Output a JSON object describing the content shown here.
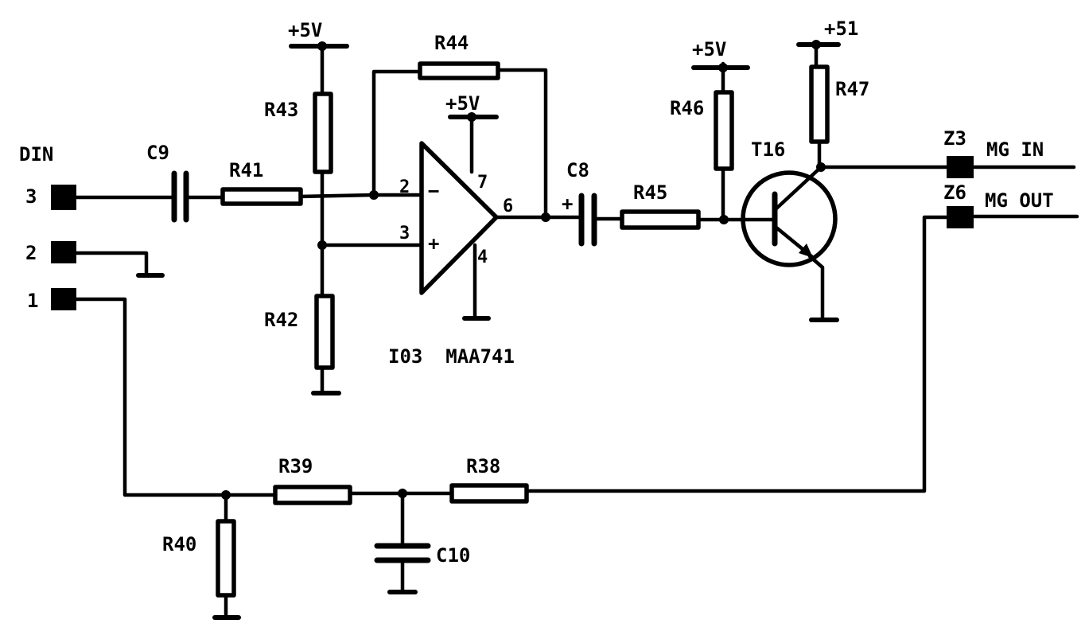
{
  "header": {
    "connector": "DIN"
  },
  "din_pins": [
    "3",
    "2",
    "1"
  ],
  "supplies": [
    "+5V",
    "+5V",
    "+5V",
    "+51"
  ],
  "resistors": [
    "R38",
    "R39",
    "R40",
    "R41",
    "R42",
    "R43",
    "R44",
    "R45",
    "R46",
    "R47"
  ],
  "capacitors": [
    "C8",
    "C9",
    "C10"
  ],
  "opamp": {
    "label": "I03  MAA741",
    "pins": {
      "inverting": "2",
      "noninverting": "3",
      "output": "6",
      "vplus": "7",
      "vminus": "4"
    },
    "minus_sign": "−",
    "plus_sign": "+"
  },
  "transistor": "T16",
  "c8_polarity": "+",
  "outputs": [
    {
      "pin": "Z3",
      "name": "MG IN"
    },
    {
      "pin": "Z6",
      "name": "MG OUT"
    }
  ]
}
